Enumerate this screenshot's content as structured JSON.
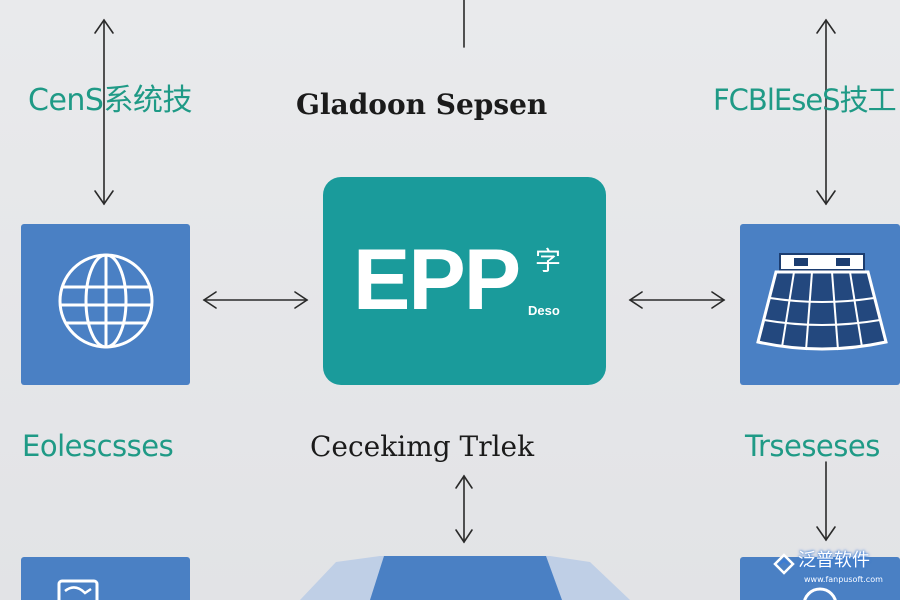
{
  "labels": {
    "top_left": "CenS系统技",
    "top_center": "Gladoon Sepsen",
    "top_right": "FCBlEseS技工",
    "bottom_left": "Eolescsses",
    "bottom_center": "Cecekimg Trlek",
    "bottom_right": "Trseseses"
  },
  "center_box": {
    "title": "EPP",
    "glyph": "字",
    "subtitle": "Deso"
  },
  "watermark": {
    "text": "泛普软件",
    "url": "www.fanpusoft.com"
  },
  "colors": {
    "background": "#e6e7e9",
    "teal_label": "#1f9a86",
    "center_box": "#1a9b9b",
    "tile_blue": "#4a80c4",
    "arrow": "#2a2a2a"
  },
  "icons": {
    "left_tile": "globe-icon",
    "right_tile": "solar-panel-icon",
    "bottom_left_tile": "document-icon"
  }
}
